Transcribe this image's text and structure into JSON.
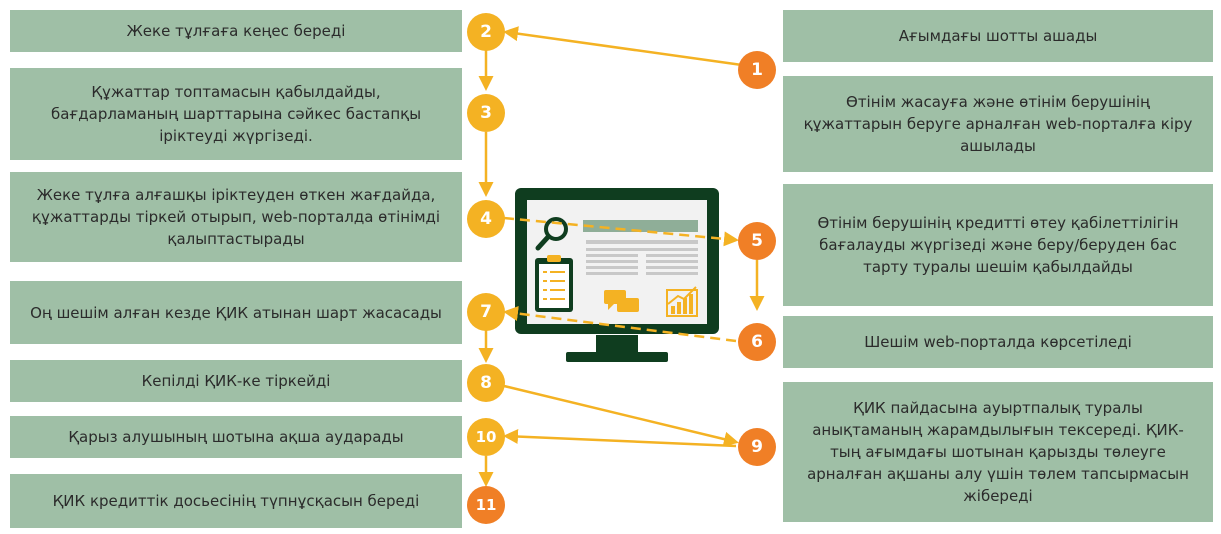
{
  "left_boxes": [
    "Жеке тұлғаға кеңес береді",
    "Құжаттар топтамасын қабылдайды, бағдарламаның шарттарына сәйкес бастапқы іріктеуді жүргізеді.",
    "Жеке тұлға алғашқы іріктеуден өткен жағдайда, құжаттарды тіркей отырып, web-порталда өтінімді қалыптастырады",
    "Оң шешім алған кезде ҚИК атынан шарт жасасады",
    "Кепілді ҚИК-ке тіркейді",
    "Қарыз алушының шотына ақша аударады",
    "ҚИК кредиттік досьесінің түпнұсқасын береді"
  ],
  "right_boxes": [
    "Ағымдағы шотты ашады",
    "Өтінім жасауға және өтінім берушінің құжаттарын беруге арналған web-порталға кіру ашылады",
    "Өтінім берушінің кредитті өтеу қабілеттілігін бағалауды жүргізеді және беру/беруден бас тарту туралы шешім қабылдайды",
    "Шешім web-порталда көрсетіледі",
    "ҚИК пайдасына ауыртпалық туралы анықтаманың жарамдылығын тексереді. ҚИК-тың ағымдағы шотынан қарызды төлеуге арналған ақшаны алу үшін төлем тапсырмасын жібереді"
  ],
  "steps": [
    "1",
    "2",
    "3",
    "4",
    "5",
    "6",
    "7",
    "8",
    "9",
    "10",
    "11"
  ],
  "colors": {
    "box": "#9fbfa6",
    "yellow": "#f4b223",
    "orange": "#f07f26",
    "monitor": "#0f3d1f"
  }
}
